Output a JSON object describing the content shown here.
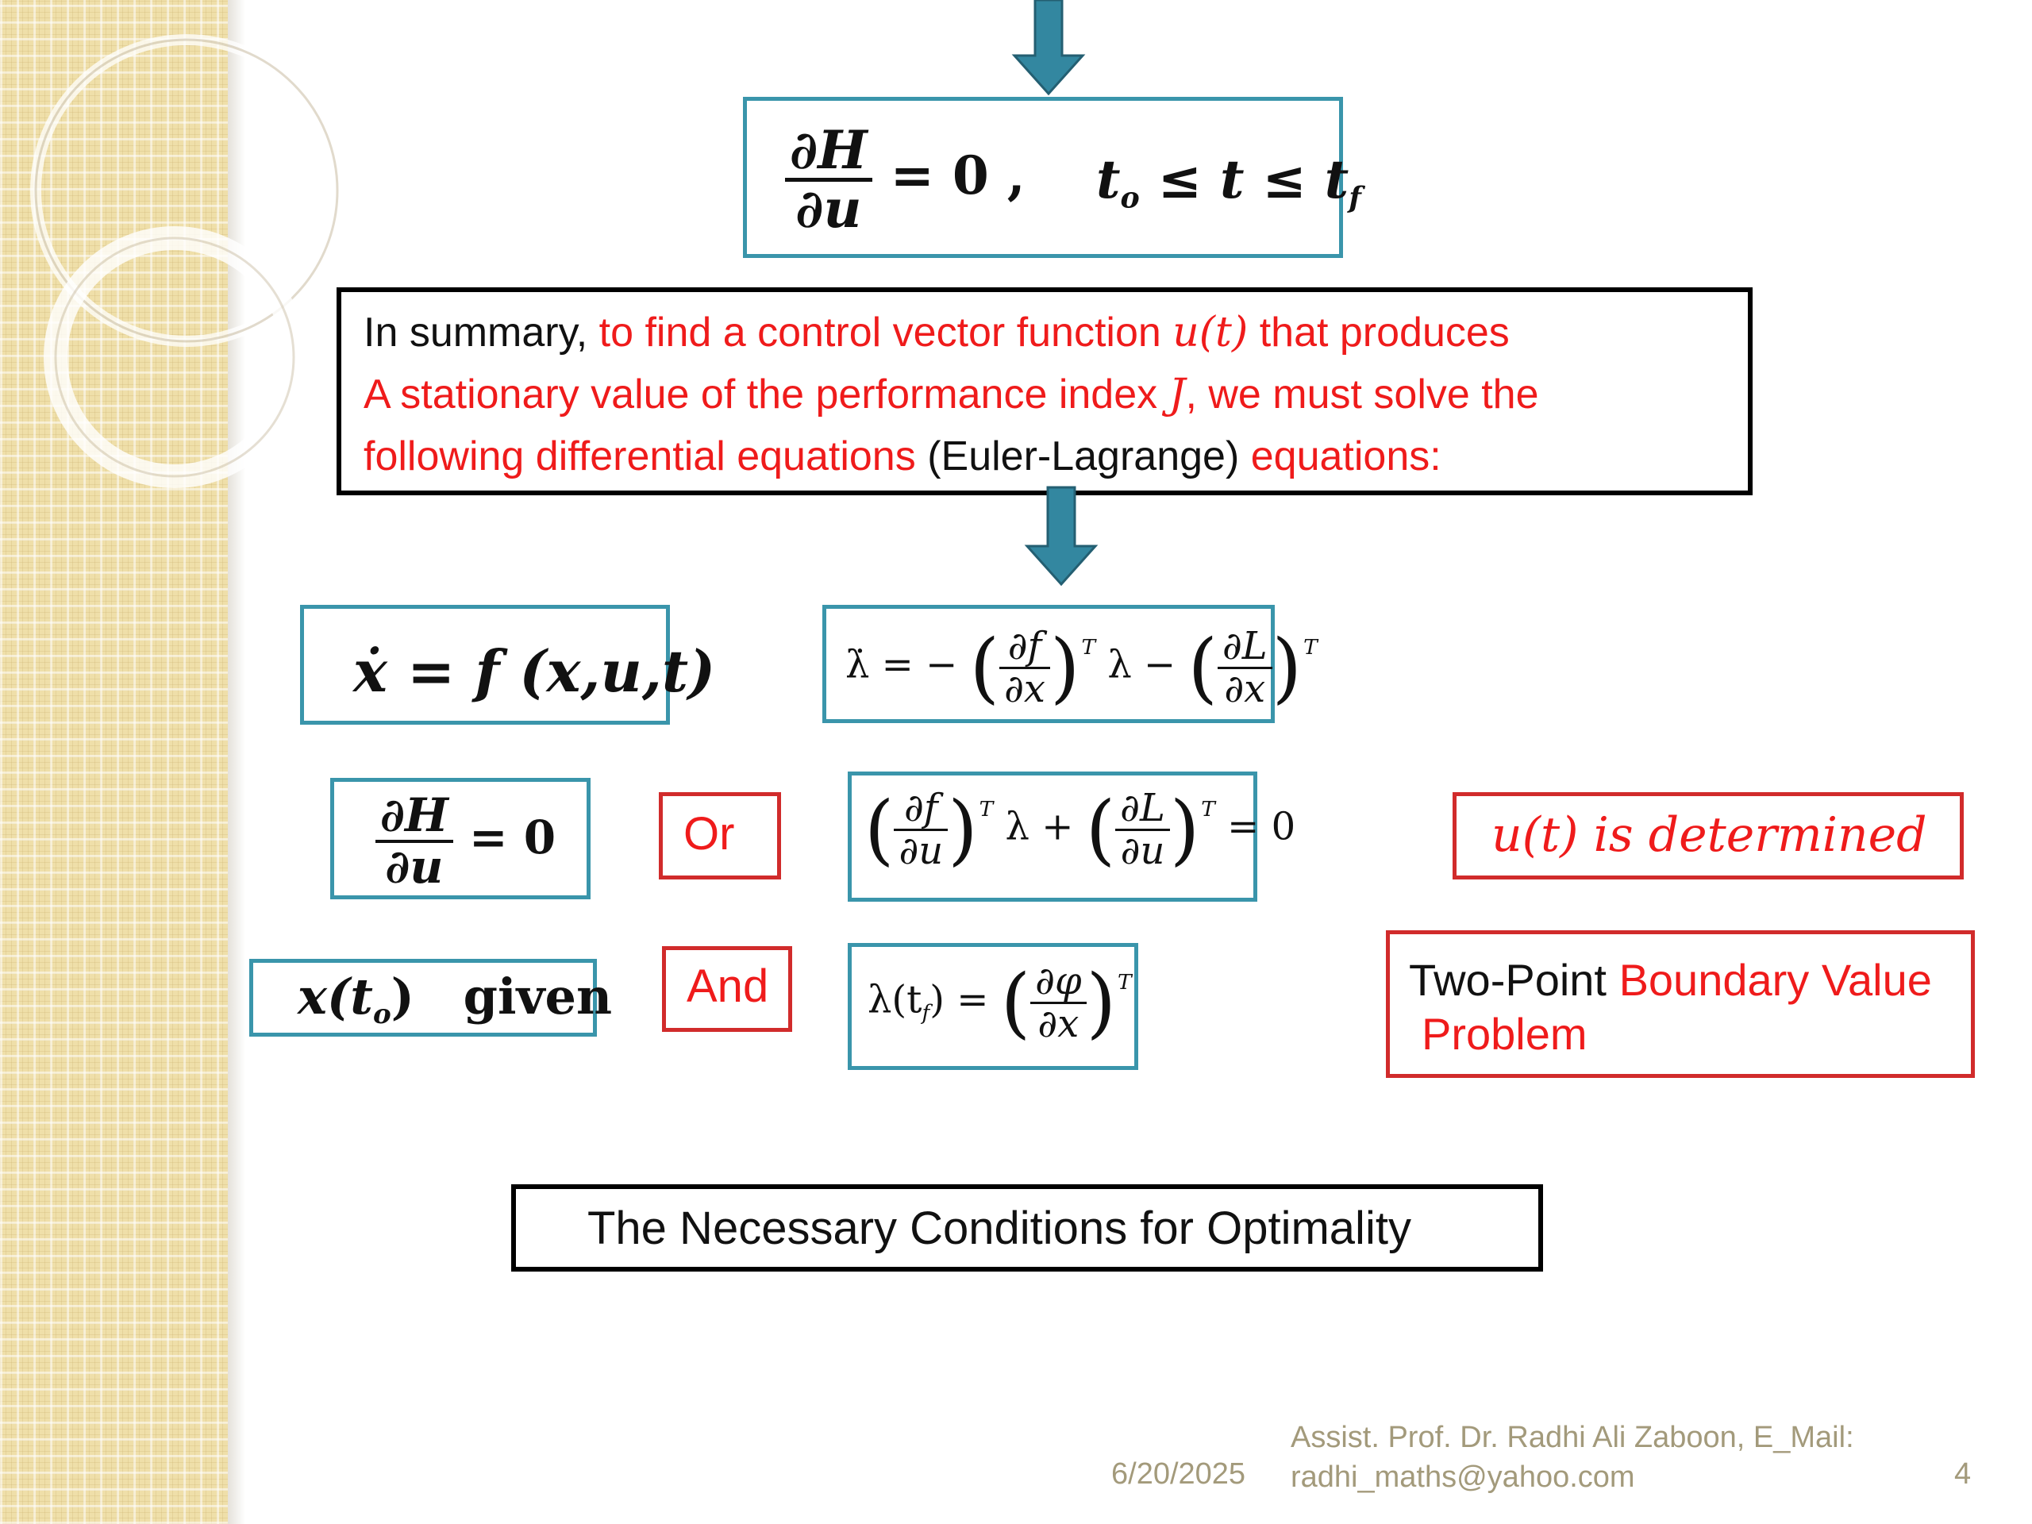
{
  "summary": {
    "intro": "In summary,",
    "red_line1": " to find a control vector function ",
    "u_of_t": "u(t)",
    "red_line1b": " that produces",
    "red_line2a": "A stationary value of the performance index ",
    "J": "J",
    "red_line2b": ", we must solve the",
    "red_line3": "following differential equations ",
    "black_paren": "(Euler-Lagrange)",
    "red_line3b": " equations:"
  },
  "top_equation": {
    "num": "∂H",
    "den": "∂u",
    "rhs": "= 0 ,",
    "constraint_t0": "t",
    "sub0": "o",
    "le1": " ≤ t ≤ ",
    "tf": "t",
    "subf": "f"
  },
  "state_equation": {
    "text": "ẋ = f (x,u,t)"
  },
  "costate_equation": {
    "lhs": "λ̇ = −",
    "df": "∂f",
    "dx": "∂x",
    "T": "T",
    "lam": "λ −",
    "dL": "∂L"
  },
  "stationarity": {
    "num": "∂H",
    "den": "∂u",
    "rhs": "= 0"
  },
  "or_label": "Or",
  "stationarity_alt": {
    "df": "∂f",
    "du": "∂u",
    "dL": "∂L",
    "T": "T",
    "lam": "λ +",
    "rhs": "= 0"
  },
  "u_determined": "u(t) is determined",
  "initial_condition": {
    "x": "x(t",
    "sub": "o",
    "close": ")",
    "given": "given"
  },
  "and_label": "And",
  "terminal_condition": {
    "lhs": "λ(t",
    "sub": "f",
    "close": ") =",
    "dphi": "∂φ",
    "dx": "∂x",
    "T": "T"
  },
  "tpbvp": {
    "black": "Two-Point ",
    "red1": "Boundary Value",
    "red2": "Problem"
  },
  "conditions_title": "The Necessary Conditions for Optimality",
  "footer": {
    "date": "6/20/2025",
    "author_line1": "Assist. Prof. Dr. Radhi Ali Zaboon, E_Mail:",
    "author_line2": "radhi_maths@yahoo.com",
    "page": "4"
  },
  "colors": {
    "teal": "#3a95ab",
    "red": "#d12b2b",
    "text_red": "#ef1b1b",
    "footer": "#a39a7b",
    "band": "#efdfa9"
  }
}
